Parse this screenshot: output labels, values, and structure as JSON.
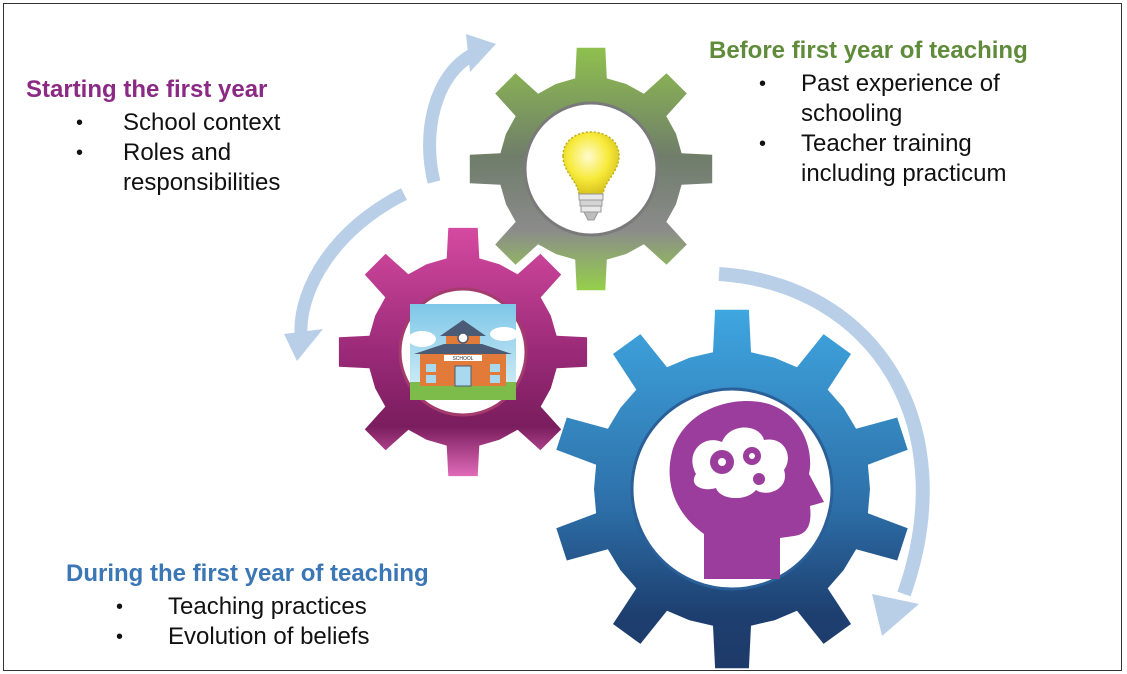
{
  "sections": {
    "starting": {
      "heading": "Starting the first year",
      "items": [
        "School context",
        "Roles and",
        "responsibilities"
      ]
    },
    "before": {
      "heading": "Before first year of teaching",
      "items": [
        "Past experience of",
        "schooling",
        "Teacher training",
        "including practicum"
      ]
    },
    "during": {
      "heading": "During the first year of teaching",
      "items": [
        "Teaching practices",
        "Evolution of beliefs"
      ]
    }
  },
  "bullet": "•",
  "school_sign": "SCHOOL",
  "colors": {
    "purple_heading": "#8a2a84",
    "green_heading": "#5f8b3b",
    "blue_heading": "#3b76b5",
    "arrow": "#b9cfe8",
    "gear_green": "#8cc152",
    "gear_magenta": "#c2358e",
    "gear_blue": "#2f8ccf",
    "head_purple": "#9b3d9c",
    "bulb_yellow": "#f8ec3c"
  },
  "icons": [
    "lightbulb-icon",
    "school-building-icon",
    "head-with-gears-icon"
  ]
}
